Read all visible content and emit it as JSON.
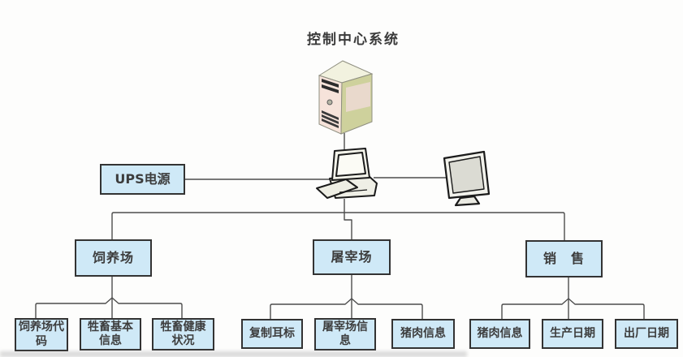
{
  "title": "控制中心系统",
  "ups_label": "UPS电源",
  "branches": [
    {
      "label": "饲养场",
      "children": [
        "饲养场代码",
        "牲畜基本信息",
        "牲畜健康状况"
      ]
    },
    {
      "label": "屠宰场",
      "children": [
        "复制耳标",
        "屠宰场信息",
        "猪肉信息"
      ]
    },
    {
      "label": "销　售",
      "children": [
        "猪肉信息",
        "生产日期",
        "出厂日期"
      ]
    }
  ],
  "icons": {
    "server": "server-tower-icon",
    "workstation": "desktop-computer-icon",
    "display": "flat-monitor-icon"
  },
  "colors": {
    "node_fill": "#cfe9f7",
    "node_border": "#333333",
    "connector_line": "#4d4d4d",
    "background": "#fdfdfc",
    "tower_front": "#f6e3da",
    "tower_side": "#ced19c",
    "tower_top": "#f2f2df",
    "text": "#3d3d3d"
  }
}
